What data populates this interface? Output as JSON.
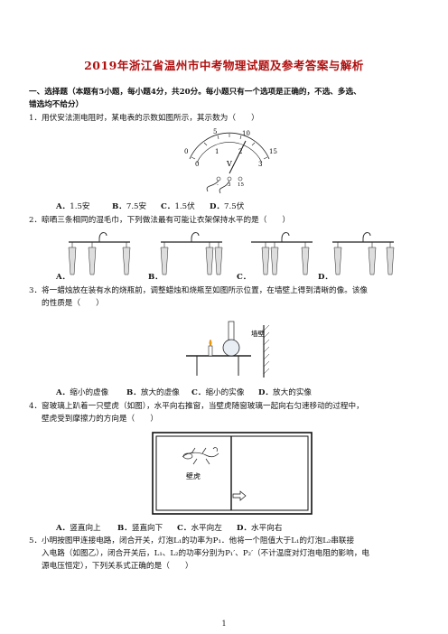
{
  "title": "2019年浙江省温州市中考物理试题及参考答案与解析",
  "section": {
    "heading_line1": "一、选择题（本题有5小题，每小题4分，共20分。每小题只有一个选项是正确的，不选、多选、",
    "heading_line2": "错选均不给分）"
  },
  "q1": {
    "stem": "1．用伏安法测电阻时，某电表的示数如图所示，其示数为（　　）",
    "meter": {
      "top_labels": [
        "5",
        "10"
      ],
      "mid_labels": [
        "0",
        "1",
        "2",
        "15"
      ],
      "low_labels": [
        "0",
        "3"
      ],
      "symbol": "V",
      "terminals": [
        "-",
        "3",
        "15"
      ]
    },
    "options": [
      {
        "key": "A．",
        "text": "1.5安"
      },
      {
        "key": "B．",
        "text": "7.5安"
      },
      {
        "key": "C．",
        "text": "1.5伏"
      },
      {
        "key": "D．",
        "text": "7.5伏"
      }
    ]
  },
  "q2": {
    "stem": "2．晾晒三条相同的湿毛巾，下列做法最有可能让衣架保持水平的是（　　）",
    "options": [
      "A．",
      "B．",
      "C．",
      "D．"
    ]
  },
  "q3": {
    "stem_line1": "3．将一蜡烛放在装有水的烧瓶前，调整蜡烛和烧瓶至如图所示位置，在墙壁上得到清晰的像。该像",
    "stem_line2": "的性质是（　　）",
    "wall_label": "墙壁",
    "options": [
      {
        "key": "A．",
        "text": "缩小的虚像"
      },
      {
        "key": "B．",
        "text": "放大的虚像"
      },
      {
        "key": "C．",
        "text": "缩小的实像"
      },
      {
        "key": "D．",
        "text": "放大的实像"
      }
    ]
  },
  "q4": {
    "stem_line1": "4．窗玻璃上趴着一只壁虎（如图），水平向右推窗，当壁虎随窗玻璃一起向右匀速移动的过程中，",
    "stem_line2": "壁虎受到摩擦力的方向是（　　）",
    "gecko_label": "壁虎",
    "options": [
      {
        "key": "A．",
        "text": "竖直向上"
      },
      {
        "key": "B．",
        "text": "竖直向下"
      },
      {
        "key": "C．",
        "text": "水平向左"
      },
      {
        "key": "D．",
        "text": "水平向右"
      }
    ]
  },
  "q5": {
    "line1": "5．小明按图甲连接电路，闭合开关，灯泡L₁的功率为P₁．他将一个阻值大于L₁的灯泡L₂串联接",
    "line2": "入电路（如图乙），闭合开关后，L₁、L₂的功率分别为P₁′、P₂′（不计温度对灯泡电阻的影响，电",
    "line3": "源电压恒定），下列关系式正确的是（　　）"
  },
  "page_number": "1"
}
